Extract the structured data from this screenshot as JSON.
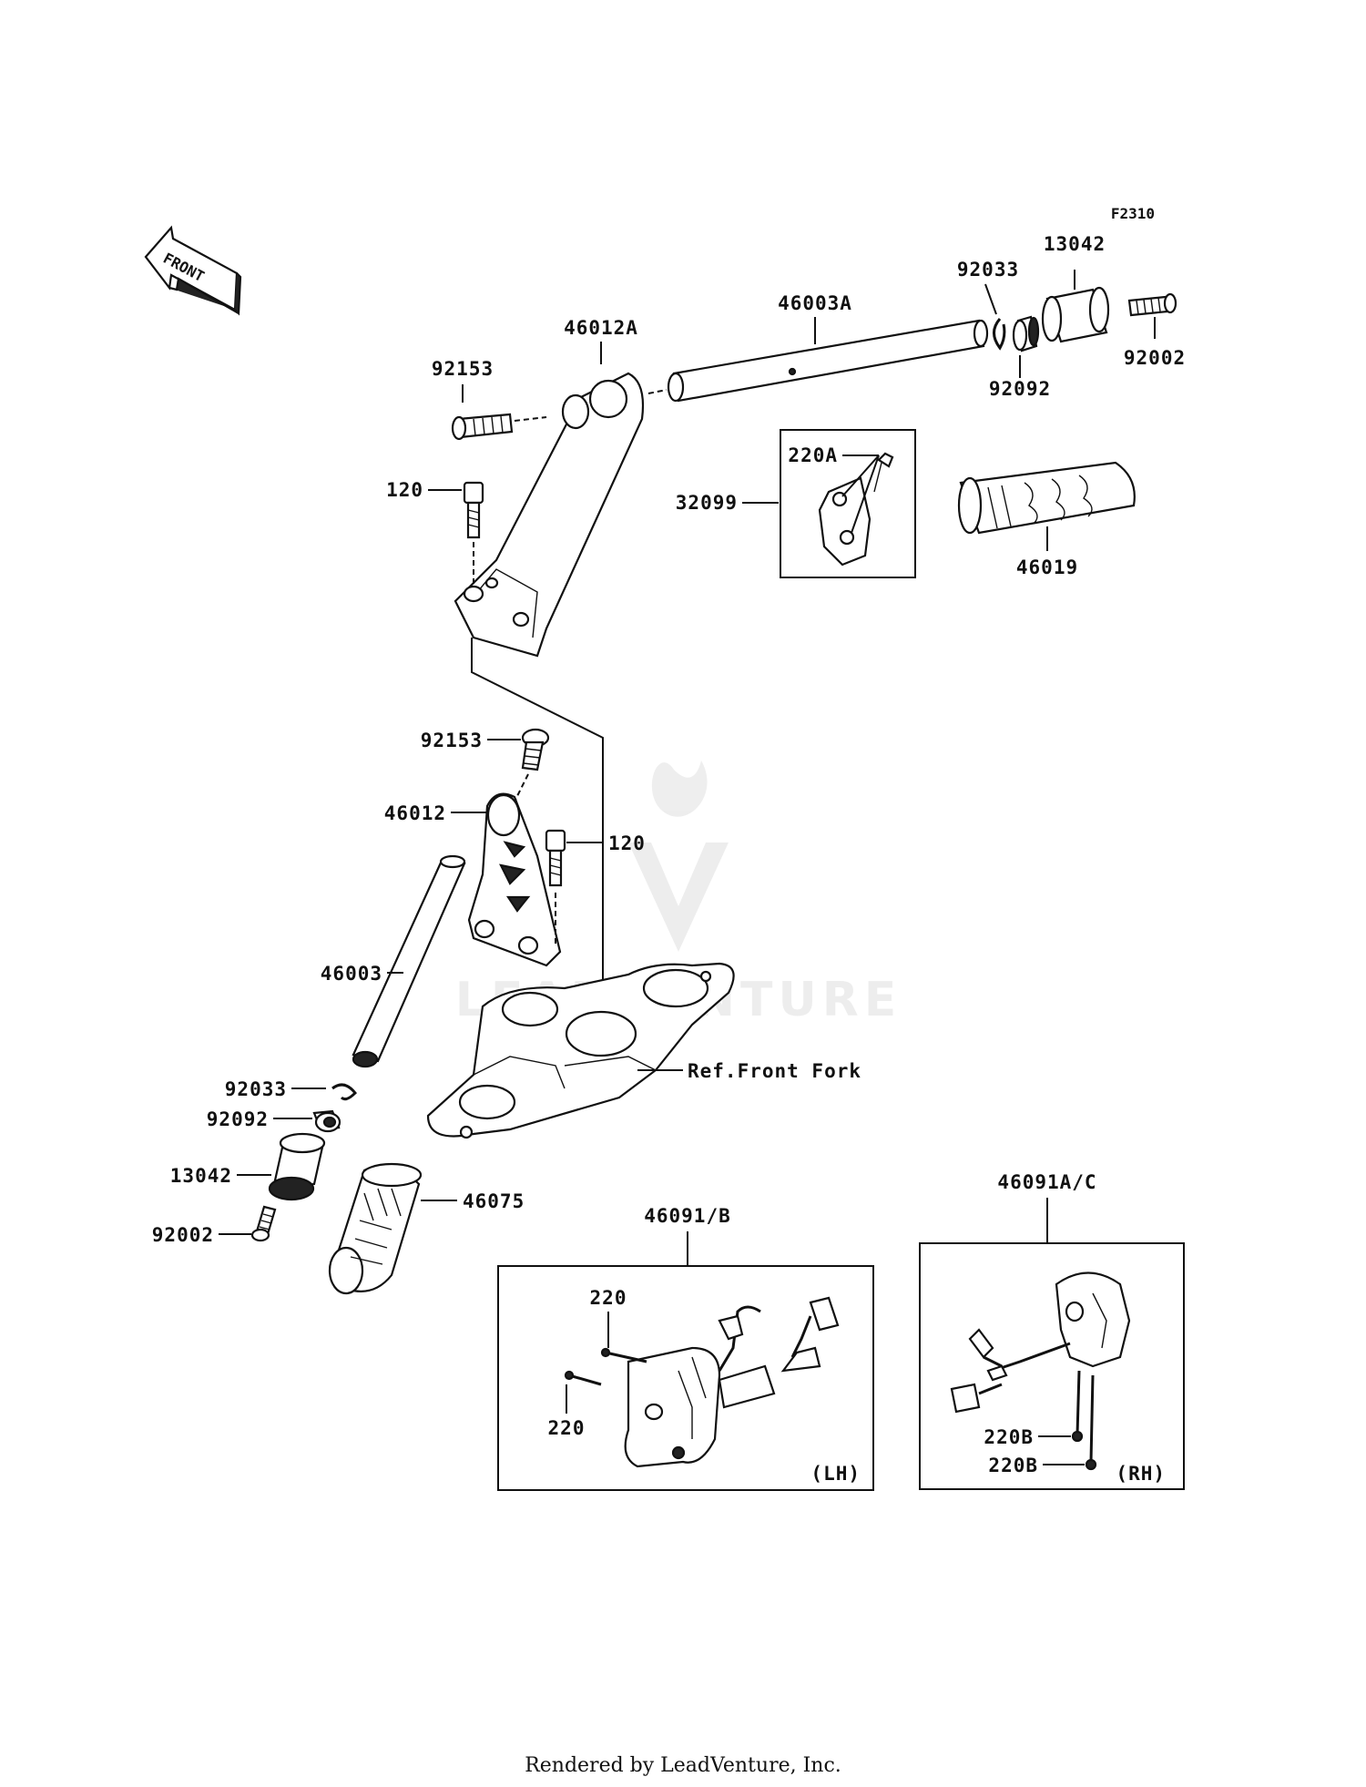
{
  "figure_code": "F2310",
  "front_arrow_label": "FRONT",
  "labels": {
    "p13042_top": "13042",
    "p92033_top": "92033",
    "p46003A": "46003A",
    "p46012A": "46012A",
    "p92153_top": "92153",
    "p92002_top": "92002",
    "p92092_top": "92092",
    "p220A": "220A",
    "p32099": "32099",
    "p120_top": "120",
    "p46019": "46019",
    "p92153_mid": "92153",
    "p46012": "46012",
    "p120_mid": "120",
    "p46003": "46003",
    "ref_front_fork": "Ref.Front Fork",
    "p92033_bot": "92033",
    "p92092_bot": "92092",
    "p13042_bot": "13042",
    "p46075": "46075",
    "p92002_bot": "92002",
    "p46091B": "46091/B",
    "p46091AC": "46091A/C",
    "p220_a": "220",
    "p220_b": "220",
    "p220B_a": "220B",
    "p220B_b": "220B",
    "lh": "(LH)",
    "rh": "(RH)"
  },
  "footer": "Rendered by LeadVenture, Inc.",
  "watermark": "LEADVENTURE"
}
